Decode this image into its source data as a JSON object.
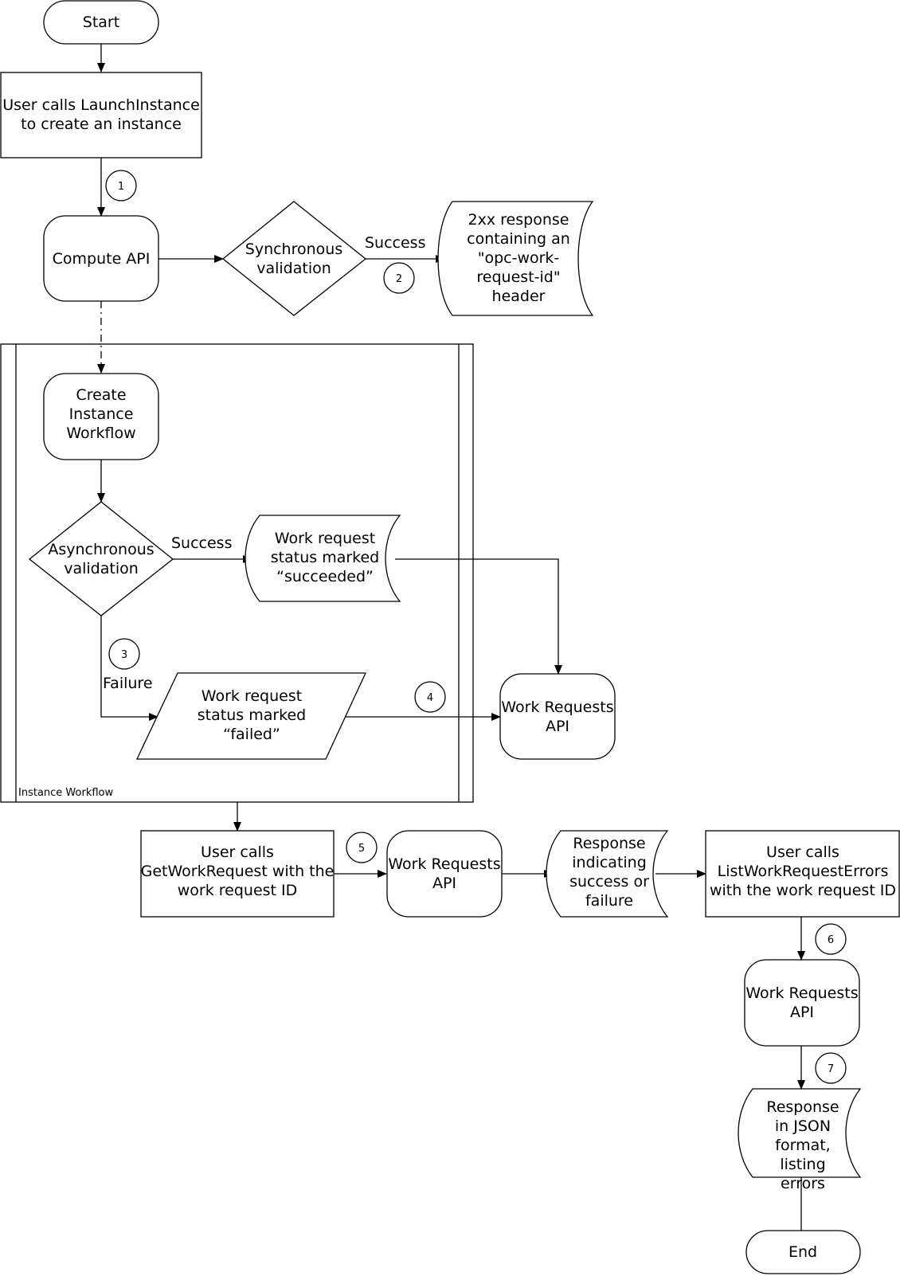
{
  "nodes": {
    "start": "Start",
    "launch": [
      "User calls LaunchInstance",
      "to create an instance"
    ],
    "compute_api": "Compute API",
    "sync_validation": [
      "Synchronous",
      "validation"
    ],
    "sync_response": [
      "2xx response",
      "containing an",
      "\"opc-work-",
      "request-id\"",
      "header"
    ],
    "create_workflow": [
      "Create",
      "Instance",
      "Workflow"
    ],
    "async_validation": [
      "Asynchronous",
      "validation"
    ],
    "succeeded": [
      "Work request",
      "status marked",
      "“succeeded”"
    ],
    "failed": [
      "Work request",
      "status marked",
      "“failed”"
    ],
    "wr_api_1": [
      "Work Requests",
      "API"
    ],
    "get_work_request": [
      "User calls",
      "GetWorkRequest with the",
      "work request ID"
    ],
    "wr_api_2": [
      "Work Requests",
      "API"
    ],
    "success_failure": [
      "Response",
      "indicating",
      "success or",
      "failure"
    ],
    "list_errors": [
      "User calls",
      "ListWorkRequestErrors",
      "with the work request ID"
    ],
    "wr_api_3": [
      "Work Requests",
      "API"
    ],
    "json_errors": [
      "Response",
      "in JSON",
      "format,",
      "listing",
      "errors"
    ],
    "end": "End"
  },
  "container_label": "Instance Workflow",
  "edge_labels": {
    "sync_success": "Success",
    "async_success": "Success",
    "async_failure": "Failure"
  },
  "steps": [
    "1",
    "2",
    "3",
    "4",
    "5",
    "6",
    "7"
  ]
}
